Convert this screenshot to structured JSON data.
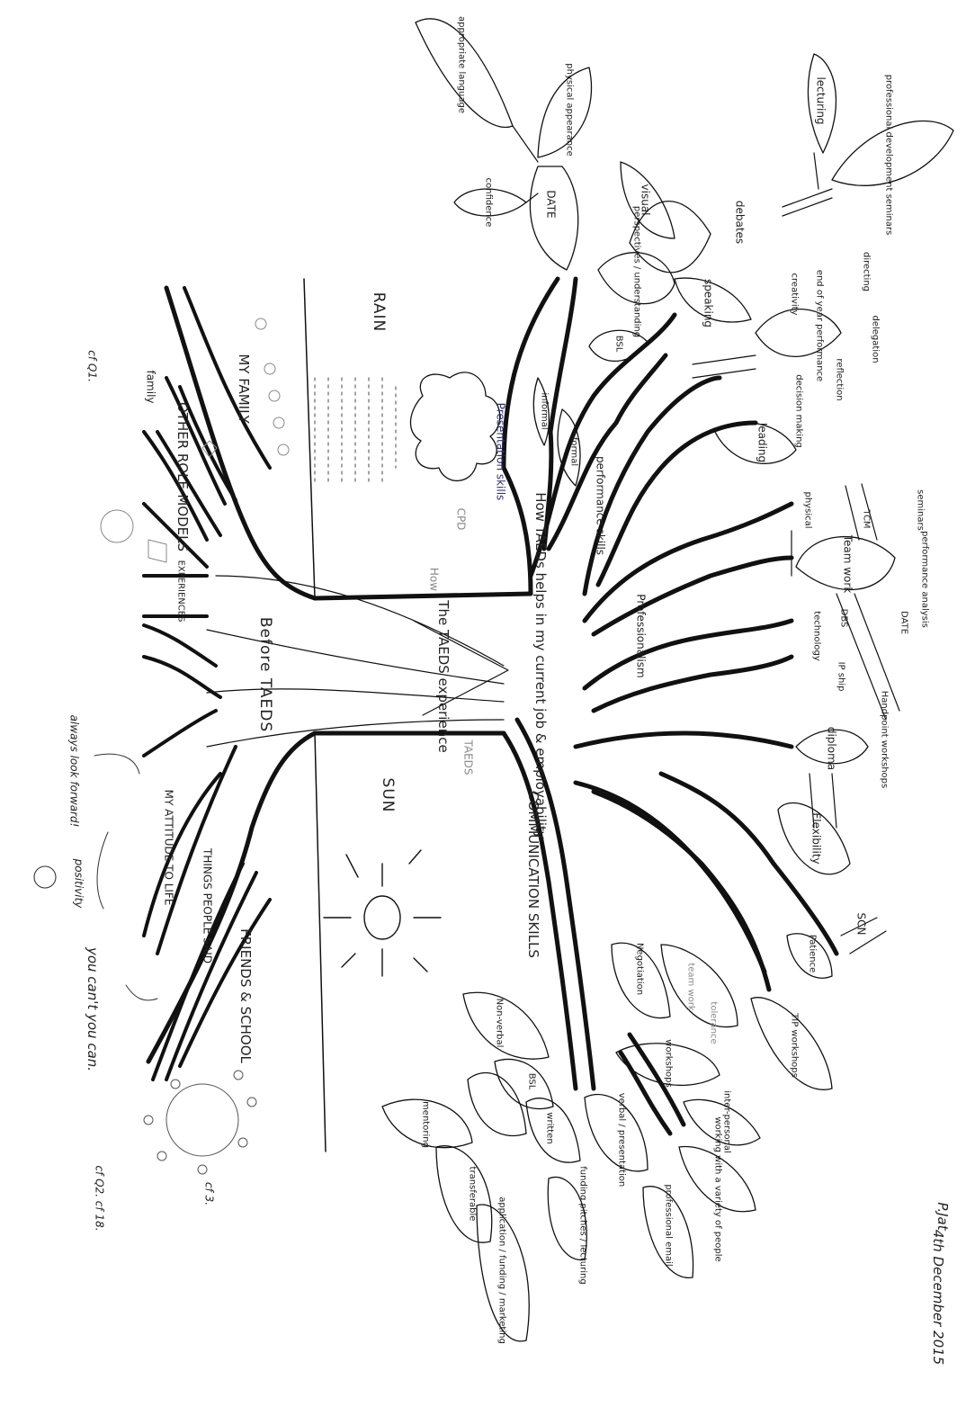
{
  "diagram": {
    "centre_text": "How TAEDs helps in my current job & employability",
    "trunk_upper": "Before TAEDS",
    "trunk_lower": "The TAEDS experience",
    "weather": {
      "rain": "RAIN",
      "sun": "SUN"
    },
    "roots": {
      "my_family": "MY FAMILY",
      "family": "family",
      "other_role_models": "OTHER ROLE-MODELS",
      "experiences": "EXPERIENCES",
      "attitude": "MY ATTITUDE TO LIFE",
      "always_look_forward": "always look forward!",
      "positivity": "positivity",
      "things_people_said": "THINGS PEOPLE SAID",
      "friends_school": "FRIENDS & SCHOOL",
      "you_cant_you_can": "you can't you can.",
      "ref1": "cf Q1.",
      "ref2": "cf Q2. cf 18.",
      "ref3": "cf 3."
    },
    "branches": {
      "presentation_skills": "Presentation skills",
      "communication_skills": "COMMUNICATION SKILLS",
      "performance_skills": "performance skills",
      "professionalism": "Professionalism",
      "cpd": "CPD",
      "how": "How",
      "taeds": "TAEDS"
    },
    "leaves": {
      "date": "DATE",
      "appropriate_language": "appropriate language",
      "physical_appearance": "physical appearance",
      "confidence": "confidence",
      "visual": "visual",
      "debates": "debates",
      "lecturing": "lecturing",
      "professional_development": "professional development seminars",
      "perspectives": "perspectives / understanding",
      "speaking": "speaking",
      "bsl": "BSL",
      "informal": "informal",
      "formal": "formal",
      "directing": "directing",
      "delegation": "delegation",
      "creativity": "creativity",
      "end_of_year": "end of year performance",
      "reflection": "reflection",
      "decision_making": "decision making",
      "leading": "leading",
      "seminars": "seminars",
      "tcm": "TCM",
      "physical": "physical",
      "team_work": "Team work",
      "performance_analysis": "performance analysis",
      "date2": "DATE",
      "dbs": "DBS",
      "technology": "technology",
      "ipship": "IP ship",
      "handpoint_workshops": "Handpoint workshops",
      "diploma": "diploma",
      "flexibility": "Flexibility",
      "scn": "SCN",
      "patience": "Patience",
      "tip_workshops": "TIP workshops",
      "negotiation": "Negotiation",
      "team_work2": "team work",
      "tolerance": "tolerance",
      "workshops": "workshops",
      "interpersonal": "inter-personal",
      "working_with_variety": "working with a variety of people",
      "non_verbal": "Non-verbal",
      "bsl2": "BSL",
      "written": "written",
      "verbal_presentation": "verbal / presentation",
      "professional_email": "professional email",
      "funding_pitches": "funding pitches / lecturing",
      "application": "application / funding / marketing",
      "transferable": "transferable",
      "mentoring": "mentoring"
    },
    "signature": "P.Jat",
    "date_note": "4th December 2015"
  }
}
